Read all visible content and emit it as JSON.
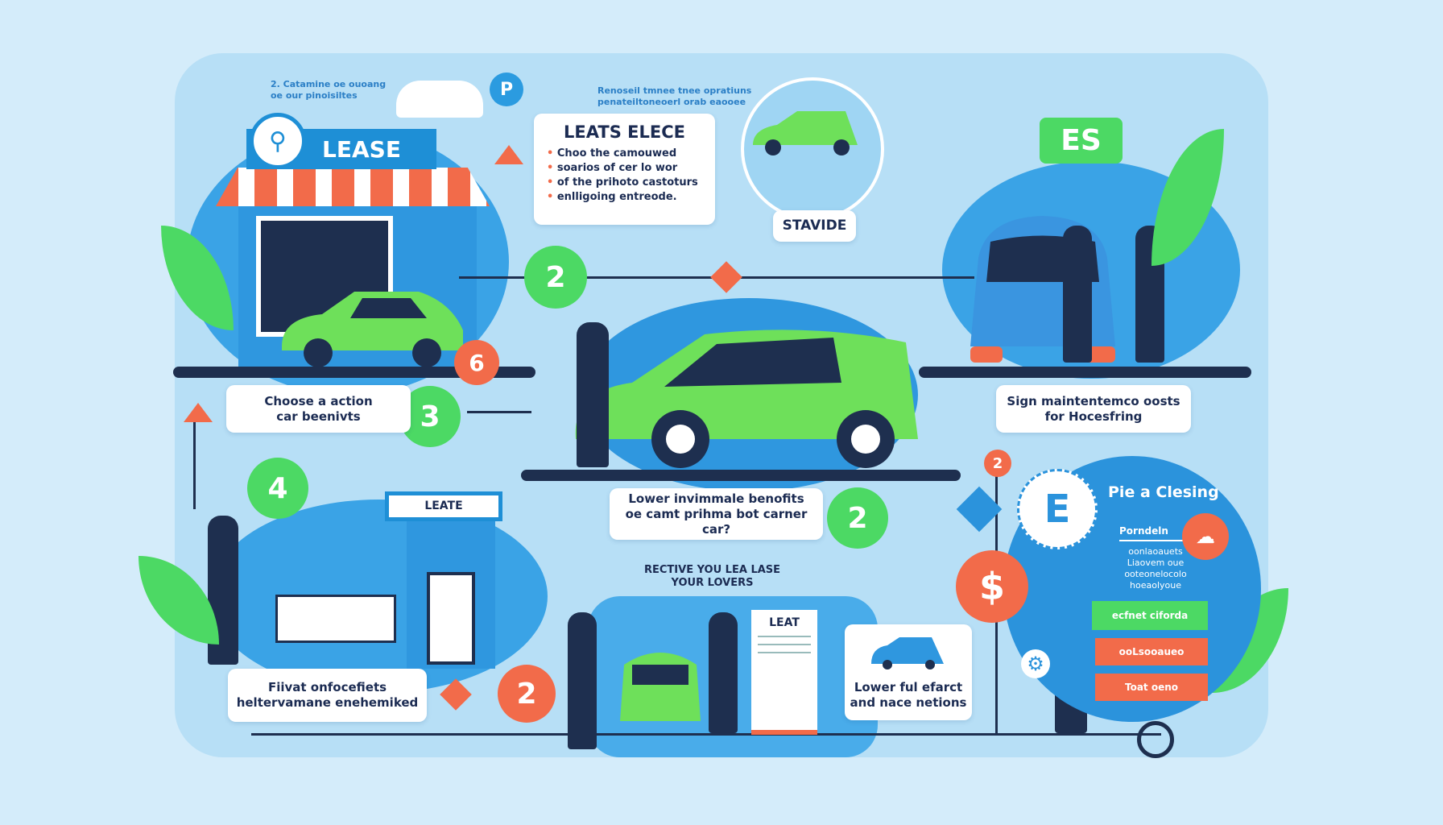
{
  "top_notes": {
    "left": [
      "2. Catamine oe ouoang",
      "oe our pinoisiltes"
    ],
    "center": [
      "Renoseil tmnee tnee opratiuns",
      "penateiltoneoerl orab eaooee"
    ]
  },
  "lease_sign": {
    "label": "LEASE"
  },
  "info_box": {
    "title": "LEATS ELECE",
    "bullets": [
      "Choo the camouwed",
      "soarios of cer lo wor",
      "of the prihoto castoturs",
      "enlligoing entreode."
    ]
  },
  "stavide_label": "STAVIDE",
  "es_sign": "ES",
  "steps": {
    "step_6": "6",
    "step_2_top": "2",
    "step_3": "3",
    "step_4": "4",
    "step_2_mid": "2",
    "step_2_bottom": "2",
    "step_2_small": "2"
  },
  "cards": {
    "choose": [
      "Choose a action",
      "car beenivts"
    ],
    "sign": [
      "Sign maintentemco oosts",
      "for Hocesfring"
    ],
    "lower_benefits": [
      "Lower invimmale benofits",
      "oe camt prihma bot carner car?"
    ],
    "private": [
      "Fiivat onfocefiets",
      "heltervamane enehemiked"
    ],
    "lower_fuel": [
      "Lower ful efarct",
      "and nace netions"
    ]
  },
  "leate_sign": "LEATE",
  "receive_text": [
    "RECTIVE YOU LEA LASE",
    "YOUR LOVERS"
  ],
  "document": {
    "title": "LEAT"
  },
  "closing": {
    "title": "Pie a Clesing",
    "badge": "E",
    "subtitle": "Porndeln",
    "body": [
      "oonlaoauets",
      "Liaovem oue",
      "ooteonelocolo",
      "hoeaolyoue"
    ],
    "bars": [
      "ecfnet ciforda",
      "ooLsooaueo",
      "Toat oeno"
    ]
  },
  "dollar": "$",
  "colors": {
    "green": "#4cd964",
    "orange": "#f26b4a",
    "blue": "#3aa3e6",
    "navy": "#1e2f4f"
  }
}
